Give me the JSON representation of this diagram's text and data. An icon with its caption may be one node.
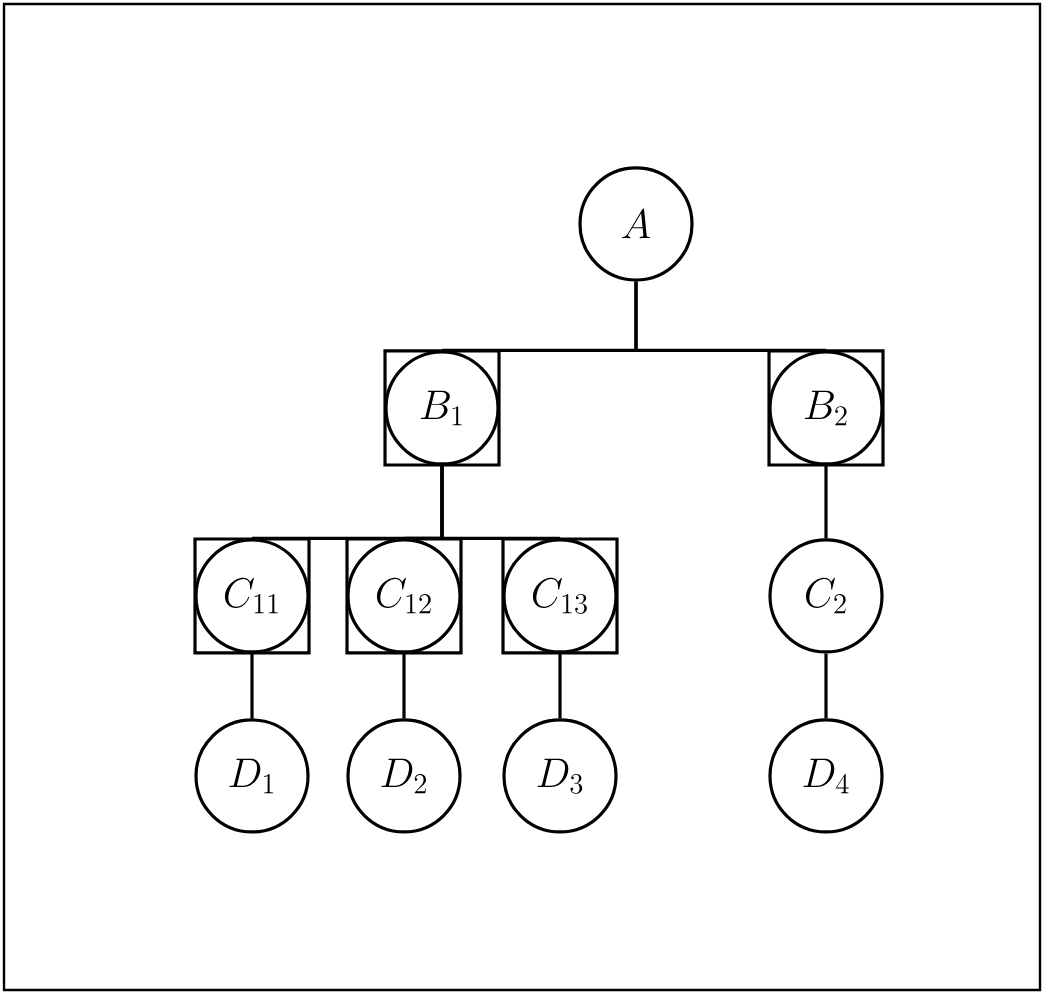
{
  "diagram": {
    "nodes": [
      {
        "text": [
          "A"
        ]
      },
      {
        "text": [
          "B_1"
        ]
      },
      {
        "text": [
          "B_2"
        ]
      },
      {
        "text": [
          "C_{11}"
        ]
      },
      {
        "text": [
          "C_{12}"
        ]
      },
      {
        "text": [
          "C_{13}"
        ]
      },
      {
        "text": [
          "C_2"
        ]
      },
      {
        "text": [
          "D_1"
        ]
      },
      {
        "text": [
          "D_2"
        ]
      },
      {
        "text": [
          "D_3"
        ]
      },
      {
        "text": [
          "D_4"
        ]
      }
    ],
    "edges": [
      {
        "from": 0,
        "to": 1,
        "arrow": "none"
      },
      {
        "from": 0,
        "to": 2,
        "arrow": "none"
      },
      {
        "from": 1,
        "to": 3,
        "arrow": "none"
      },
      {
        "from": 1,
        "to": 4,
        "arrow": "none"
      },
      {
        "from": 1,
        "to": 5,
        "arrow": "none"
      },
      {
        "from": 2,
        "to": 6,
        "arrow": "none"
      },
      {
        "from": 3,
        "to": 7,
        "arrow": "none"
      },
      {
        "from": 4,
        "to": 8,
        "arrow": "none"
      },
      {
        "from": 5,
        "to": 9,
        "arrow": "none"
      },
      {
        "from": 6,
        "to": 10,
        "arrow": "none"
      }
    ]
  }
}
